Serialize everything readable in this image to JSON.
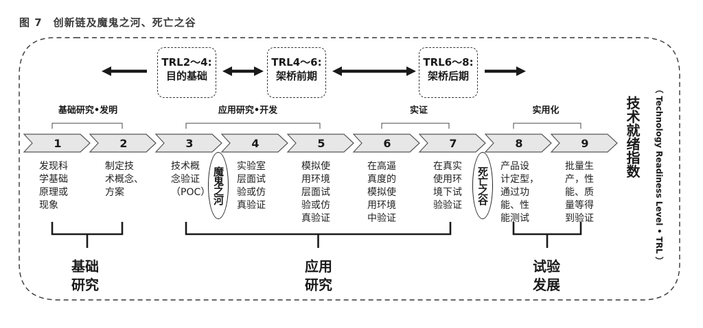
{
  "figure_title": "图 7　创新链及魔鬼之河、死亡之谷",
  "trl_boxes": [
    {
      "line1": "TRL2～4:",
      "line2": "目的基础"
    },
    {
      "line1": "TRL4～6:",
      "line2": "架桥前期"
    },
    {
      "line1": "TRL6～8:",
      "line2": "架桥后期"
    }
  ],
  "categories": [
    "基础研究•发明",
    "应用研究•开发",
    "实证",
    "实用化"
  ],
  "stages": [
    {
      "number": "1",
      "description": "发现科\n学基础\n原理或\n现象"
    },
    {
      "number": "2",
      "description": "制定技\n术概念、\n方案"
    },
    {
      "number": "3",
      "description": "技术概\n念验证\n（POC）"
    },
    {
      "number": "4",
      "description": "实验室\n层面试\n验或仿\n真验证"
    },
    {
      "number": "5",
      "description": "模拟使\n用环境\n层面试\n验或仿\n真验证"
    },
    {
      "number": "6",
      "description": "在高逼\n真度的\n模拟使\n用环境\n中验证"
    },
    {
      "number": "7",
      "description": "在真实\n使用环\n境下试\n验验证"
    },
    {
      "number": "8",
      "description": "产品设\n计定型，\n通过功\n能、性\n能测试"
    },
    {
      "number": "9",
      "description": "批量生\n产，性\n能、质\n量等得\n到验证"
    }
  ],
  "ovals": [
    "魔鬼之河",
    "死亡之谷"
  ],
  "groups": [
    "基础\n研究",
    "应用\n研究",
    "试验\n发展"
  ],
  "trl_label_cn": "技术就绪指数",
  "trl_label_en": "（ Technology Readiness Level • TRL ）",
  "colors": {
    "chevron_fill": "#e7e7e7",
    "chevron_stroke": "#555555",
    "ink": "#1a1a1a"
  }
}
